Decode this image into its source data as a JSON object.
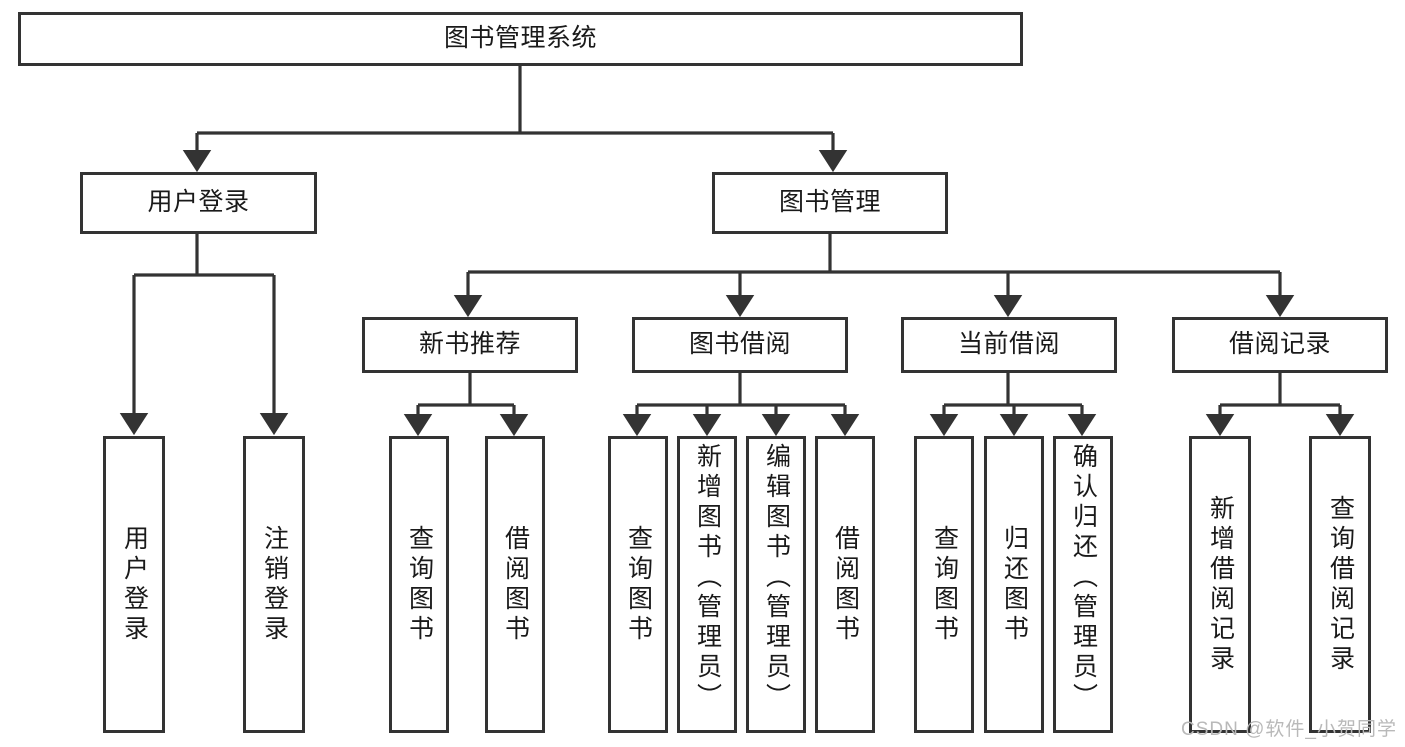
{
  "diagram": {
    "type": "tree-hierarchy",
    "title": "图书管理系统",
    "levels": {
      "level1": [
        {
          "id": "root",
          "label": "图书管理系统",
          "orientation": "horizontal"
        }
      ],
      "level2": [
        {
          "id": "user-login",
          "label": "用户登录",
          "orientation": "horizontal"
        },
        {
          "id": "book-manage",
          "label": "图书管理",
          "orientation": "horizontal"
        }
      ],
      "level3": [
        {
          "id": "new-book-recommend",
          "label": "新书推荐",
          "orientation": "horizontal"
        },
        {
          "id": "book-borrow",
          "label": "图书借阅",
          "orientation": "horizontal"
        },
        {
          "id": "current-borrow",
          "label": "当前借阅",
          "orientation": "horizontal"
        },
        {
          "id": "borrow-record",
          "label": "借阅记录",
          "orientation": "horizontal"
        }
      ],
      "level4": [
        {
          "id": "leaf-user-login",
          "label": "用户登录",
          "parent": "user-login",
          "orientation": "vertical"
        },
        {
          "id": "leaf-logout-login",
          "label": "注销登录",
          "parent": "user-login",
          "orientation": "vertical"
        },
        {
          "id": "leaf-query-book-1",
          "label": "查询图书",
          "parent": "new-book-recommend",
          "orientation": "vertical"
        },
        {
          "id": "leaf-borrow-book-1",
          "label": "借阅图书",
          "parent": "new-book-recommend",
          "orientation": "vertical"
        },
        {
          "id": "leaf-query-book-2",
          "label": "查询图书",
          "parent": "book-borrow",
          "orientation": "vertical"
        },
        {
          "id": "leaf-add-book",
          "label": "新增图书（管理员）",
          "parent": "book-borrow",
          "orientation": "vertical"
        },
        {
          "id": "leaf-edit-book",
          "label": "编辑图书（管理员）",
          "parent": "book-borrow",
          "orientation": "vertical"
        },
        {
          "id": "leaf-borrow-book-2",
          "label": "借阅图书",
          "parent": "book-borrow",
          "orientation": "vertical"
        },
        {
          "id": "leaf-query-book-3",
          "label": "查询图书",
          "parent": "current-borrow",
          "orientation": "vertical"
        },
        {
          "id": "leaf-return-book",
          "label": "归还图书",
          "parent": "current-borrow",
          "orientation": "vertical"
        },
        {
          "id": "leaf-confirm-return",
          "label": "确认归还（管理员）",
          "parent": "current-borrow",
          "orientation": "vertical"
        },
        {
          "id": "leaf-add-record",
          "label": "新增借阅记录",
          "parent": "borrow-record",
          "orientation": "vertical"
        },
        {
          "id": "leaf-query-record",
          "label": "查询借阅记录",
          "parent": "borrow-record",
          "orientation": "vertical"
        }
      ]
    },
    "colors": {
      "border": "#333333",
      "background": "#ffffff",
      "text": "#1a1a1a",
      "connector": "#333333",
      "watermark": "#b9b9b9"
    }
  },
  "watermark": {
    "text": "CSDN @软件_小贺同学"
  }
}
